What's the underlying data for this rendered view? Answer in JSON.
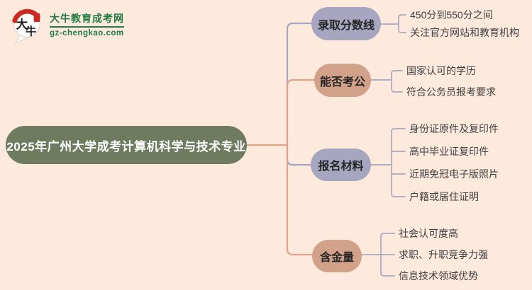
{
  "logo": {
    "site_name": "大牛教育成考网",
    "site_domain": "gz-chengkao.com",
    "mark_text_top": "大",
    "mark_text_bottom": "牛"
  },
  "central": {
    "title": "2025年广州大学成考计算机科学与技术专业"
  },
  "branches": [
    {
      "label": "录取分数线",
      "color": "lavender",
      "children": [
        "450分到550分之间",
        "关注官方网站和教育机构"
      ]
    },
    {
      "label": "能否考公",
      "color": "salmon",
      "children": [
        "国家认可的学历",
        "符合公务员报考要求"
      ]
    },
    {
      "label": "报名材料",
      "color": "lavender",
      "children": [
        "身份证原件及复印件",
        "高中毕业证复印件",
        "近期免冠电子版照片",
        "户籍或居住证明"
      ]
    },
    {
      "label": "含金量",
      "color": "salmon",
      "children": [
        "社会认可度高",
        "求职、升职竞争力强",
        "信息技术领域优势"
      ]
    }
  ],
  "colors": {
    "bg": "#fdeadd",
    "central_node": "#6f7b5f",
    "central_text": "#ffffff",
    "lavender_node": "#a7a6c0",
    "salmon_node": "#d2a189",
    "node_text": "#262626",
    "leaf_text": "#3f3f3f",
    "salmon_line": "#dca58a",
    "lavender_line": "#a6a5c2",
    "bracket_line": "#a9a8bd",
    "logo_green": "#1e7b41",
    "logo_red": "#cb2a21"
  }
}
